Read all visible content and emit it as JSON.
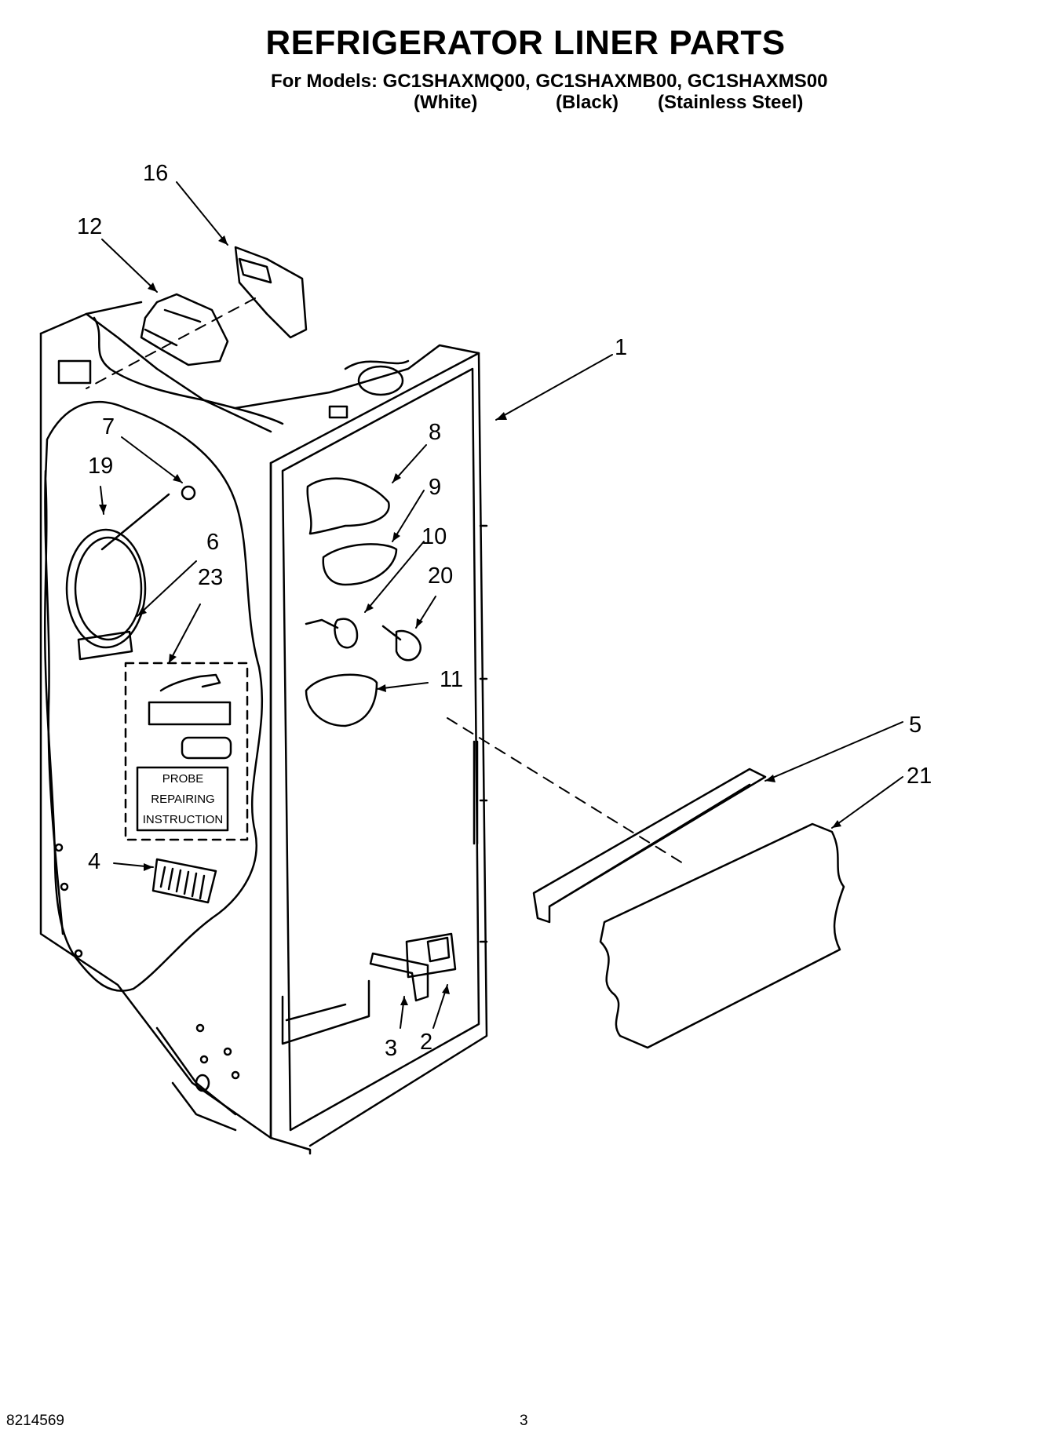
{
  "header": {
    "title": "REFRIGERATOR LINER PARTS",
    "models_line": "For Models: GC1SHAXMQ00, GC1SHAXMB00, GC1SHAXMS00",
    "variants": [
      "(White)",
      "(Black)",
      "(Stainless Steel)"
    ]
  },
  "callouts": [
    "16",
    "12",
    "1",
    "7",
    "8",
    "19",
    "9",
    "6",
    "10",
    "23",
    "20",
    "11",
    "5",
    "21",
    "4",
    "3",
    "2"
  ],
  "probe_label": [
    "PROBE",
    "REPAIRING",
    "INSTRUCTION"
  ],
  "footer": {
    "doc_number": "8214569",
    "page_number": "3"
  }
}
